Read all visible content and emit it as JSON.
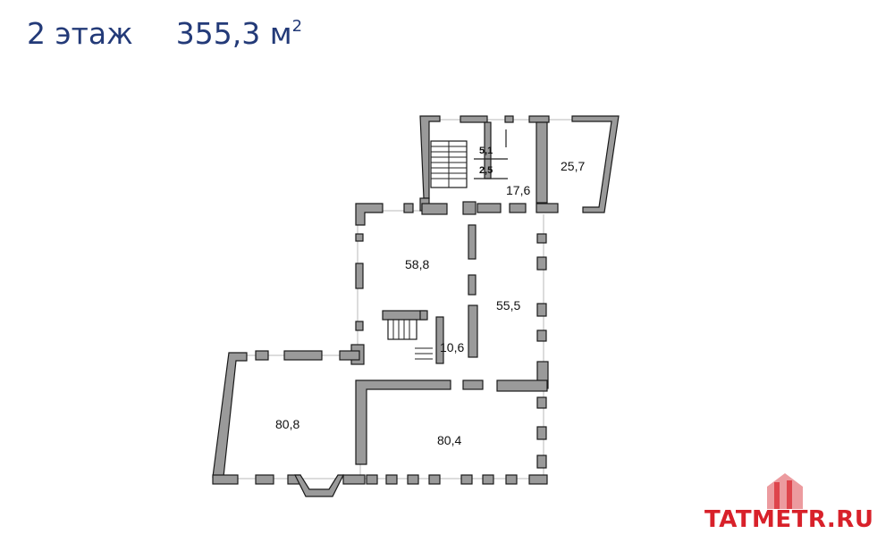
{
  "header": {
    "floor": "2 этаж",
    "area": "355,3 м",
    "area_sup": "2"
  },
  "rooms": [
    {
      "id": "r25_7",
      "label": "25,7"
    },
    {
      "id": "r5_1",
      "label": "5,1"
    },
    {
      "id": "r2_5",
      "label": "2,5"
    },
    {
      "id": "r17_6",
      "label": "17,6"
    },
    {
      "id": "r58_8",
      "label": "58,8"
    },
    {
      "id": "r55_5",
      "label": "55,5"
    },
    {
      "id": "r10_6",
      "label": "10,6"
    },
    {
      "id": "r80_8",
      "label": "80,8"
    },
    {
      "id": "r80_4",
      "label": "80,4"
    }
  ],
  "watermark": {
    "text": "TATMETR.RU",
    "color": "#d8212a"
  },
  "colors": {
    "heading": "#233a78",
    "wall_fill": "#9a9a9a",
    "wall_stroke": "#1a1a1a"
  }
}
